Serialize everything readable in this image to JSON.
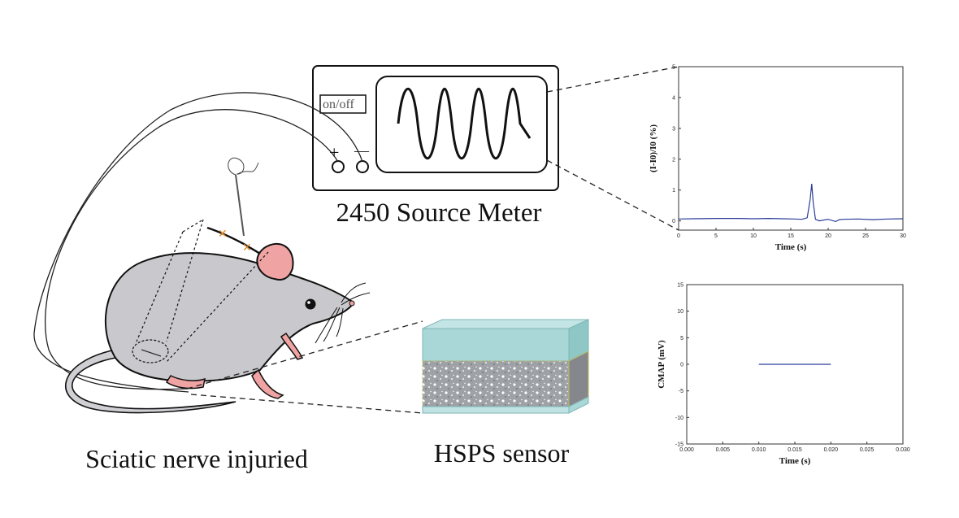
{
  "labels": {
    "on_off": "on/off",
    "plus": "+",
    "minus": "—",
    "source_meter": "2450 Source Meter",
    "sciatic": "Sciatic nerve injuried",
    "hsps": "HSPS sensor"
  },
  "colors": {
    "ear": "#f0a3a3",
    "body": "#c9c9cd",
    "sensor_top": "#a9d6d6",
    "sensor_core": "#9c9ea3",
    "suture": "#e08a2a",
    "signal": "#2a3d9a"
  },
  "chart_data": [
    {
      "type": "line",
      "ylabel": "(I-I0)/I0 (%)",
      "xlabel": "Time (s)",
      "xlim": [
        0,
        30
      ],
      "ylim": [
        -0.3,
        5
      ],
      "xticks": [
        0,
        5,
        10,
        15,
        20,
        25,
        30
      ],
      "yticks": [
        0,
        1,
        2,
        3,
        4,
        5
      ],
      "series": [
        {
          "x": [
            0,
            2,
            5,
            8,
            10,
            12,
            14,
            15.5,
            16.5,
            17.2,
            17.6,
            17.8,
            18.0,
            18.3,
            18.8,
            20,
            21,
            21.5,
            22,
            24,
            26,
            28,
            30
          ],
          "y": [
            0.06,
            0.07,
            0.08,
            0.08,
            0.07,
            0.08,
            0.07,
            0.06,
            0.05,
            0.1,
            0.7,
            1.2,
            0.6,
            0.05,
            0.0,
            0.05,
            -0.02,
            0.04,
            0.05,
            0.06,
            0.04,
            0.06,
            0.07
          ]
        }
      ]
    },
    {
      "type": "line",
      "ylabel": "CMAP (mV)",
      "xlabel": "Time (s)",
      "xlim": [
        0,
        0.03
      ],
      "ylim": [
        -15,
        15
      ],
      "xticks": [
        "0.000",
        "0.005",
        "0.010",
        "0.015",
        "0.020",
        "0.025",
        "0.030"
      ],
      "yticks": [
        -15,
        -10,
        -5,
        0,
        5,
        10,
        15
      ],
      "series": [
        {
          "x": [
            0.01,
            0.02
          ],
          "y": [
            0,
            0
          ]
        }
      ]
    }
  ]
}
